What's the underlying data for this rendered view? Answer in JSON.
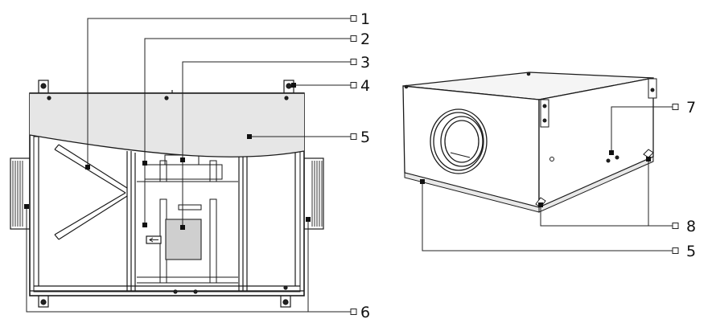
{
  "figure": {
    "left_view": {
      "callouts": [
        {
          "id": "c1",
          "label": "1"
        },
        {
          "id": "c2",
          "label": "2"
        },
        {
          "id": "c3",
          "label": "3"
        },
        {
          "id": "c4",
          "label": "4"
        },
        {
          "id": "c5",
          "label": "5"
        },
        {
          "id": "c6",
          "label": "6"
        }
      ]
    },
    "right_view": {
      "callouts": [
        {
          "id": "c7",
          "label": "7"
        },
        {
          "id": "c8",
          "label": "8"
        },
        {
          "id": "c5b",
          "label": "5"
        }
      ]
    }
  }
}
